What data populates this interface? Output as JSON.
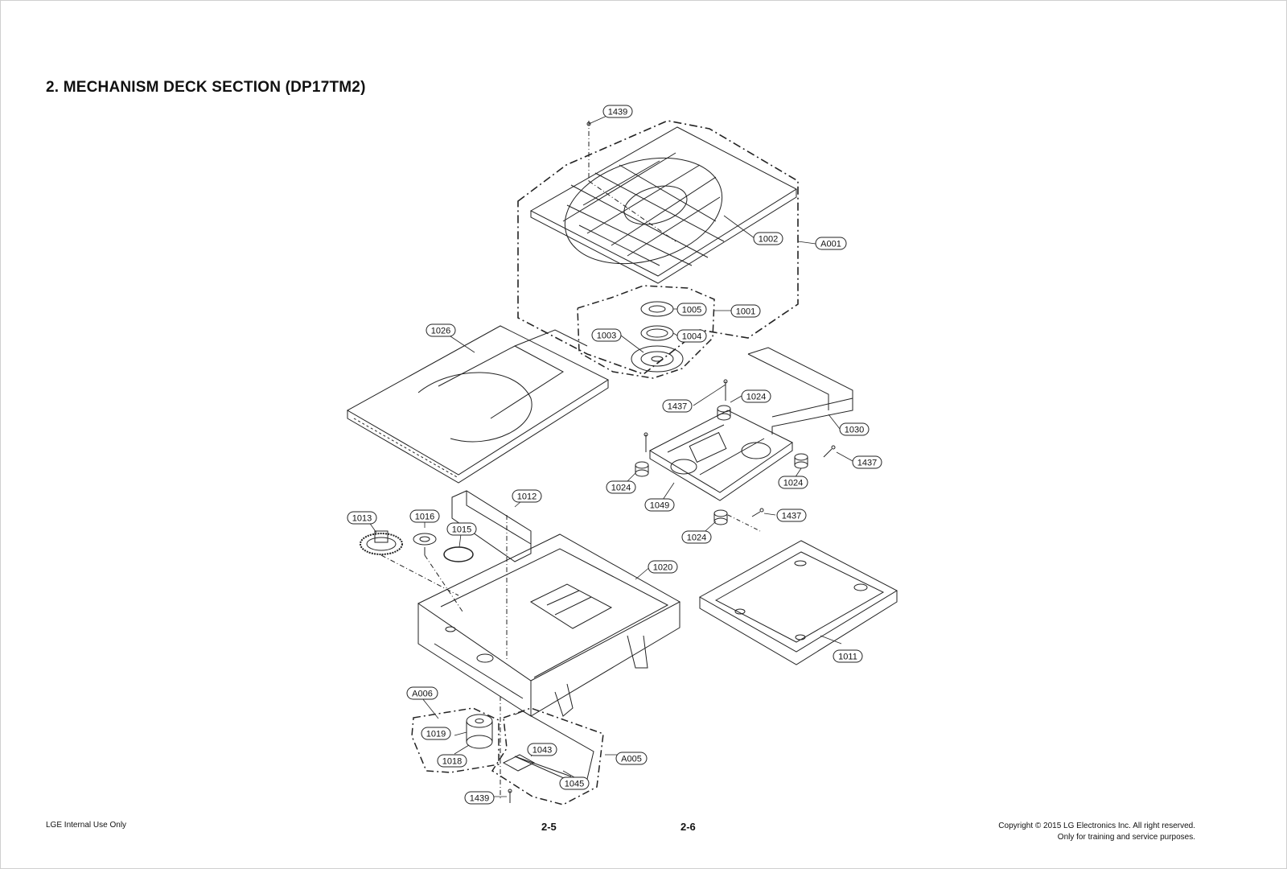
{
  "header": {
    "title": "2. MECHANISM DECK SECTION (DP17TM2)"
  },
  "footer": {
    "left_note": "LGE Internal Use Only",
    "page_left": "2-5",
    "page_right": "2-6",
    "copyright_line1": "Copyright © 2015 LG Electronics Inc. All right reserved.",
    "copyright_line2": "Only for training and service purposes."
  },
  "diagram": {
    "part_labels": [
      {
        "id": "lbl-1439-top",
        "text": "1439"
      },
      {
        "id": "lbl-1002",
        "text": "1002"
      },
      {
        "id": "lbl-A001",
        "text": "A001"
      },
      {
        "id": "lbl-1005",
        "text": "1005"
      },
      {
        "id": "lbl-1001",
        "text": "1001"
      },
      {
        "id": "lbl-1003",
        "text": "1003"
      },
      {
        "id": "lbl-1004",
        "text": "1004"
      },
      {
        "id": "lbl-1026",
        "text": "1026"
      },
      {
        "id": "lbl-1024-a",
        "text": "1024"
      },
      {
        "id": "lbl-1437-a",
        "text": "1437"
      },
      {
        "id": "lbl-1030",
        "text": "1030"
      },
      {
        "id": "lbl-1437-b",
        "text": "1437"
      },
      {
        "id": "lbl-1024-b",
        "text": "1024"
      },
      {
        "id": "lbl-1024-c",
        "text": "1024"
      },
      {
        "id": "lbl-1049",
        "text": "1049"
      },
      {
        "id": "lbl-1437-c",
        "text": "1437"
      },
      {
        "id": "lbl-1024-d",
        "text": "1024"
      },
      {
        "id": "lbl-1012",
        "text": "1012"
      },
      {
        "id": "lbl-1013",
        "text": "1013"
      },
      {
        "id": "lbl-1016",
        "text": "1016"
      },
      {
        "id": "lbl-1015",
        "text": "1015"
      },
      {
        "id": "lbl-1020",
        "text": "1020"
      },
      {
        "id": "lbl-1011",
        "text": "1011"
      },
      {
        "id": "lbl-A006",
        "text": "A006"
      },
      {
        "id": "lbl-1019",
        "text": "1019"
      },
      {
        "id": "lbl-1018",
        "text": "1018"
      },
      {
        "id": "lbl-1043",
        "text": "1043"
      },
      {
        "id": "lbl-A005",
        "text": "A005"
      },
      {
        "id": "lbl-1045",
        "text": "1045"
      },
      {
        "id": "lbl-1439-bottom",
        "text": "1439"
      }
    ]
  }
}
